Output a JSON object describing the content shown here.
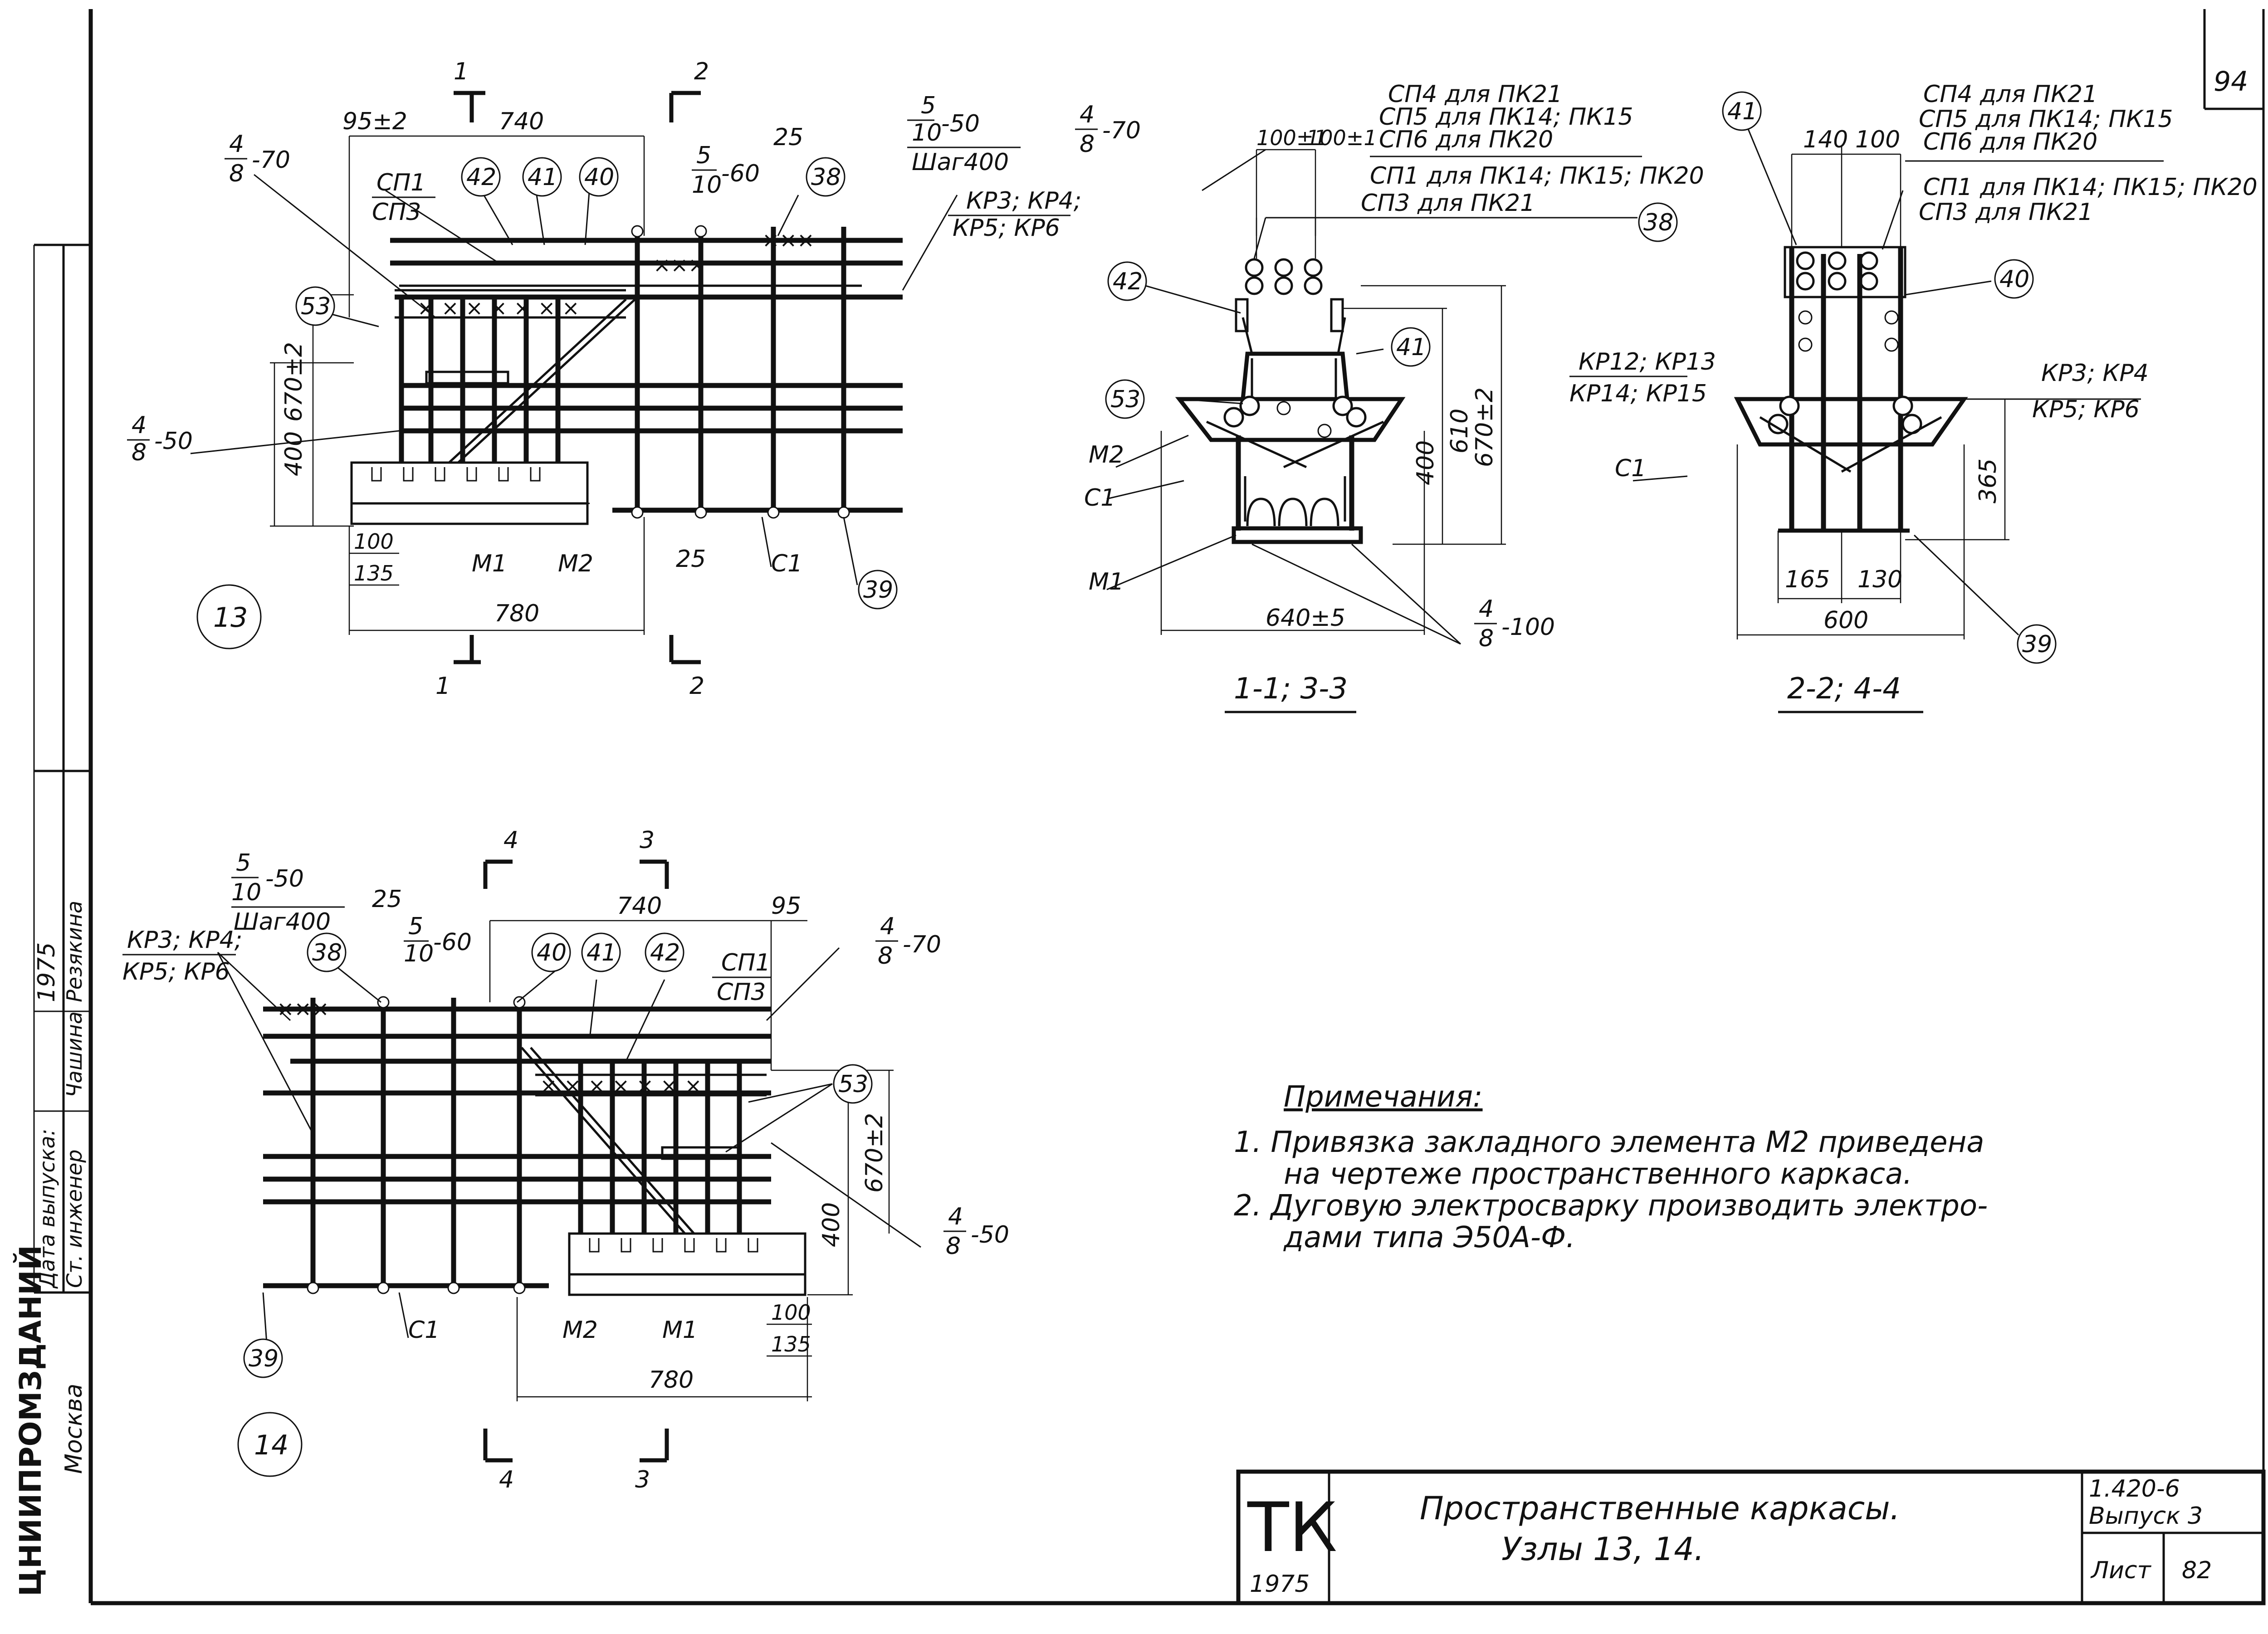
{
  "sheet": {
    "page_number": "94",
    "notes_title": "Примечания:",
    "notes": [
      "1. Привязка закладного элемента М2 приведена",
      "на чертеже пространственного каркаса.",
      "2. Дуговую электросварку производить электро-",
      "дами типа Э50А-Ф."
    ],
    "left_strip": {
      "row1": "Ст. инженер",
      "row1_name": "Чашина",
      "row2": "Дата выпуска:",
      "row2_value": "1975",
      "row3_name": "Резякина",
      "org_line1": "ЦНИИПРОМЗДАНИЙ",
      "org_line2": "Москва"
    },
    "title_block": {
      "stamp": "ТК",
      "stamp_year": "1975",
      "title_line1": "Пространственные каркасы.",
      "title_line2": "Узлы 13, 14.",
      "series": "1.420-6",
      "issue": "Выпуск 3",
      "sheet_label": "Лист",
      "sheet_no": "82"
    }
  },
  "node13": {
    "node_label": "13",
    "callouts": [
      "42",
      "41",
      "40",
      "38",
      "53",
      "39"
    ],
    "labels": {
      "sp1": "СП1",
      "sp3": "СП3",
      "kr": "КР3; КР4;",
      "kr2": "КР5; КР6",
      "m1": "М1",
      "m2": "М2",
      "c1": "С1",
      "weld_a_num": "4",
      "weld_a_den": "8",
      "weld_a_len": "-70",
      "weld_b_num": "4",
      "weld_b_den": "8",
      "weld_b_len": "-50",
      "weld_c_num": "5",
      "weld_c_den": "10",
      "weld_c_len": "-60",
      "weld_d_num": "5",
      "weld_d_den": "10",
      "weld_d_len": "-50",
      "weld_d_step": "Шаг400"
    },
    "dims": {
      "d95": "95±2",
      "d740": "740",
      "d25a": "25",
      "d670": "670±2",
      "d400": "400",
      "d100": "100",
      "d135": "135",
      "d780": "780",
      "d25b": "25"
    },
    "sections": {
      "s1_top": "1",
      "s2_top": "2",
      "s1_bot": "1",
      "s2_bot": "2"
    }
  },
  "section11": {
    "title": "1-1; 3-3",
    "callouts": [
      "42",
      "53",
      "41",
      "38"
    ],
    "labels": {
      "sp4": "СП4 для ПК21",
      "sp5": "СП5 для ПК14; ПК15",
      "sp6": "СП6 для ПК20",
      "sp1": "СП1 для ПК14; ПК15; ПК20",
      "sp3": "СП3 для ПК21",
      "kr12": "КР12; КР13",
      "kr14": "КР14; КР15",
      "c1_right": "С1",
      "m2": "М2",
      "c1": "С1",
      "m1": "М1",
      "weld_top_num": "4",
      "weld_top_den": "8",
      "weld_top_len": "-70",
      "weld_bot_num": "4",
      "weld_bot_den": "8",
      "weld_bot_len": "-100"
    },
    "dims": {
      "d100a": "100±1",
      "d100b": "100±1",
      "d400": "400",
      "d610": "610",
      "d670": "670±2",
      "d640": "640±5"
    }
  },
  "section22": {
    "title": "2-2; 4-4",
    "callouts": [
      "41",
      "40",
      "39"
    ],
    "labels": {
      "sp4": "СП4 для ПК21",
      "sp5": "СП5 для ПК14; ПК15",
      "sp6": "СП6 для ПК20",
      "sp1": "СП1 для ПК14; ПК15; ПК20",
      "sp3": "СП3 для ПК21",
      "kr3": "КР3; КР4",
      "kr5": "КР5; КР6"
    },
    "dims": {
      "d140": "140",
      "d100": "100",
      "d365": "365",
      "d165": "165",
      "d130": "130",
      "d600": "600"
    }
  },
  "node14": {
    "node_label": "14",
    "callouts": [
      "38",
      "40",
      "41",
      "42",
      "53",
      "39"
    ],
    "labels": {
      "kr": "КР3; КР4;",
      "kr2": "КР5; КР6",
      "sp1": "СП1",
      "sp3": "СП3",
      "c1": "С1",
      "m2": "М2",
      "m1": "М1",
      "weld_a_num": "5",
      "weld_a_den": "10",
      "weld_a_len": "-50",
      "weld_a_step": "Шаг400",
      "weld_b_num": "5",
      "weld_b_den": "10",
      "weld_b_len": "-60",
      "weld_c_num": "4",
      "weld_c_den": "8",
      "weld_c_len": "-70",
      "weld_d_num": "4",
      "weld_d_den": "8",
      "weld_d_len": "-50"
    },
    "dims": {
      "d25": "25",
      "d740": "740",
      "d95": "95",
      "d670": "670±2",
      "d400": "400",
      "d100": "100",
      "d135": "135",
      "d780": "780"
    },
    "sections": {
      "s4_top": "4",
      "s3_top": "3",
      "s4_bot": "4",
      "s3_bot": "3"
    }
  }
}
